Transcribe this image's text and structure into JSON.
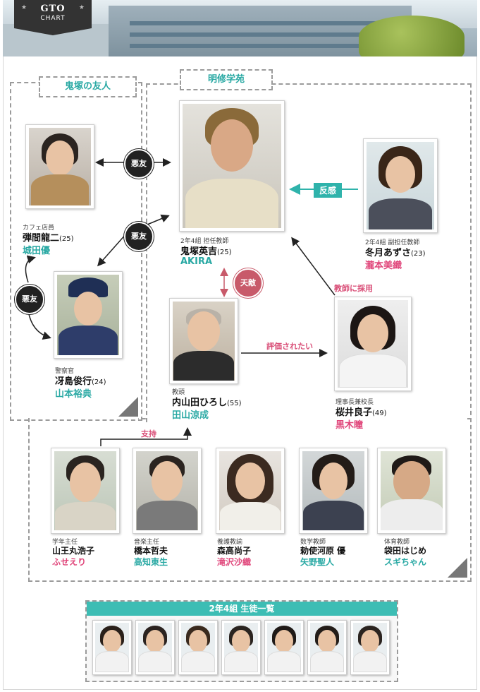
{
  "header": {
    "logo_title": "GTO",
    "logo_sub": "CHART",
    "star": "★"
  },
  "groups": {
    "friends": "鬼塚の友人",
    "school": "明修学苑"
  },
  "characters": [
    {
      "id": "danma",
      "role": "カフェ店員",
      "name": "弾間龍二",
      "age": "(25)",
      "actor": "城田優",
      "actor_color": "#2aa9a4"
    },
    {
      "id": "saejima",
      "role": "警察官",
      "name": "冴島俊行",
      "age": "(24)",
      "actor": "山本裕典",
      "actor_color": "#2aa9a4"
    },
    {
      "id": "onizuka",
      "role": "2年4組 担任教師",
      "name": "鬼塚英吉",
      "age": "(25)",
      "actor": "AKIRA",
      "actor_color": "#2aa9a4"
    },
    {
      "id": "fuyutsuki",
      "role": "2年4組 副担任教師",
      "name": "冬月あずさ",
      "age": "(23)",
      "actor": "瀧本美織",
      "actor_color": "#e0457a"
    },
    {
      "id": "uchiyamada",
      "role": "教頭",
      "name": "内山田ひろし",
      "age": "(55)",
      "actor": "田山涼成",
      "actor_color": "#2aa9a4"
    },
    {
      "id": "sakurai",
      "role": "理事長兼校長",
      "name": "桜井良子",
      "age": "(49)",
      "actor": "黒木瞳",
      "actor_color": "#e0457a"
    },
    {
      "id": "sannomaru",
      "role": "学年主任",
      "name": "山王丸浩子",
      "age": "",
      "actor": "ふせえり",
      "actor_color": "#e0457a"
    },
    {
      "id": "hashimoto",
      "role": "音楽主任",
      "name": "橋本哲夫",
      "age": "",
      "actor": "高知東生",
      "actor_color": "#2aa9a4"
    },
    {
      "id": "moritaka",
      "role": "養護教諭",
      "name": "森高尚子",
      "age": "",
      "actor": "滝沢沙織",
      "actor_color": "#e0457a"
    },
    {
      "id": "teshigawara",
      "role": "数学教師",
      "name": "勅使河原 優",
      "age": "",
      "actor": "矢野聖人",
      "actor_color": "#2aa9a4"
    },
    {
      "id": "fukuroda",
      "role": "体育教師",
      "name": "袋田はじめ",
      "age": "",
      "actor": "スギちゃん",
      "actor_color": "#2aa9a4"
    }
  ],
  "relations": {
    "akuyu": "悪友",
    "tenteki": "天敵",
    "hankan": "反感",
    "kyoshi_saiyo": "教師に採用",
    "hyoka": "評価されたい",
    "shiji": "支持"
  },
  "students": {
    "title": "2年4組 生徒一覧",
    "count_shown": 7
  },
  "colors": {
    "teal": "#2aa9a4",
    "pink": "#e0457a",
    "dark": "#222222",
    "dashed": "#9b9b9b"
  }
}
